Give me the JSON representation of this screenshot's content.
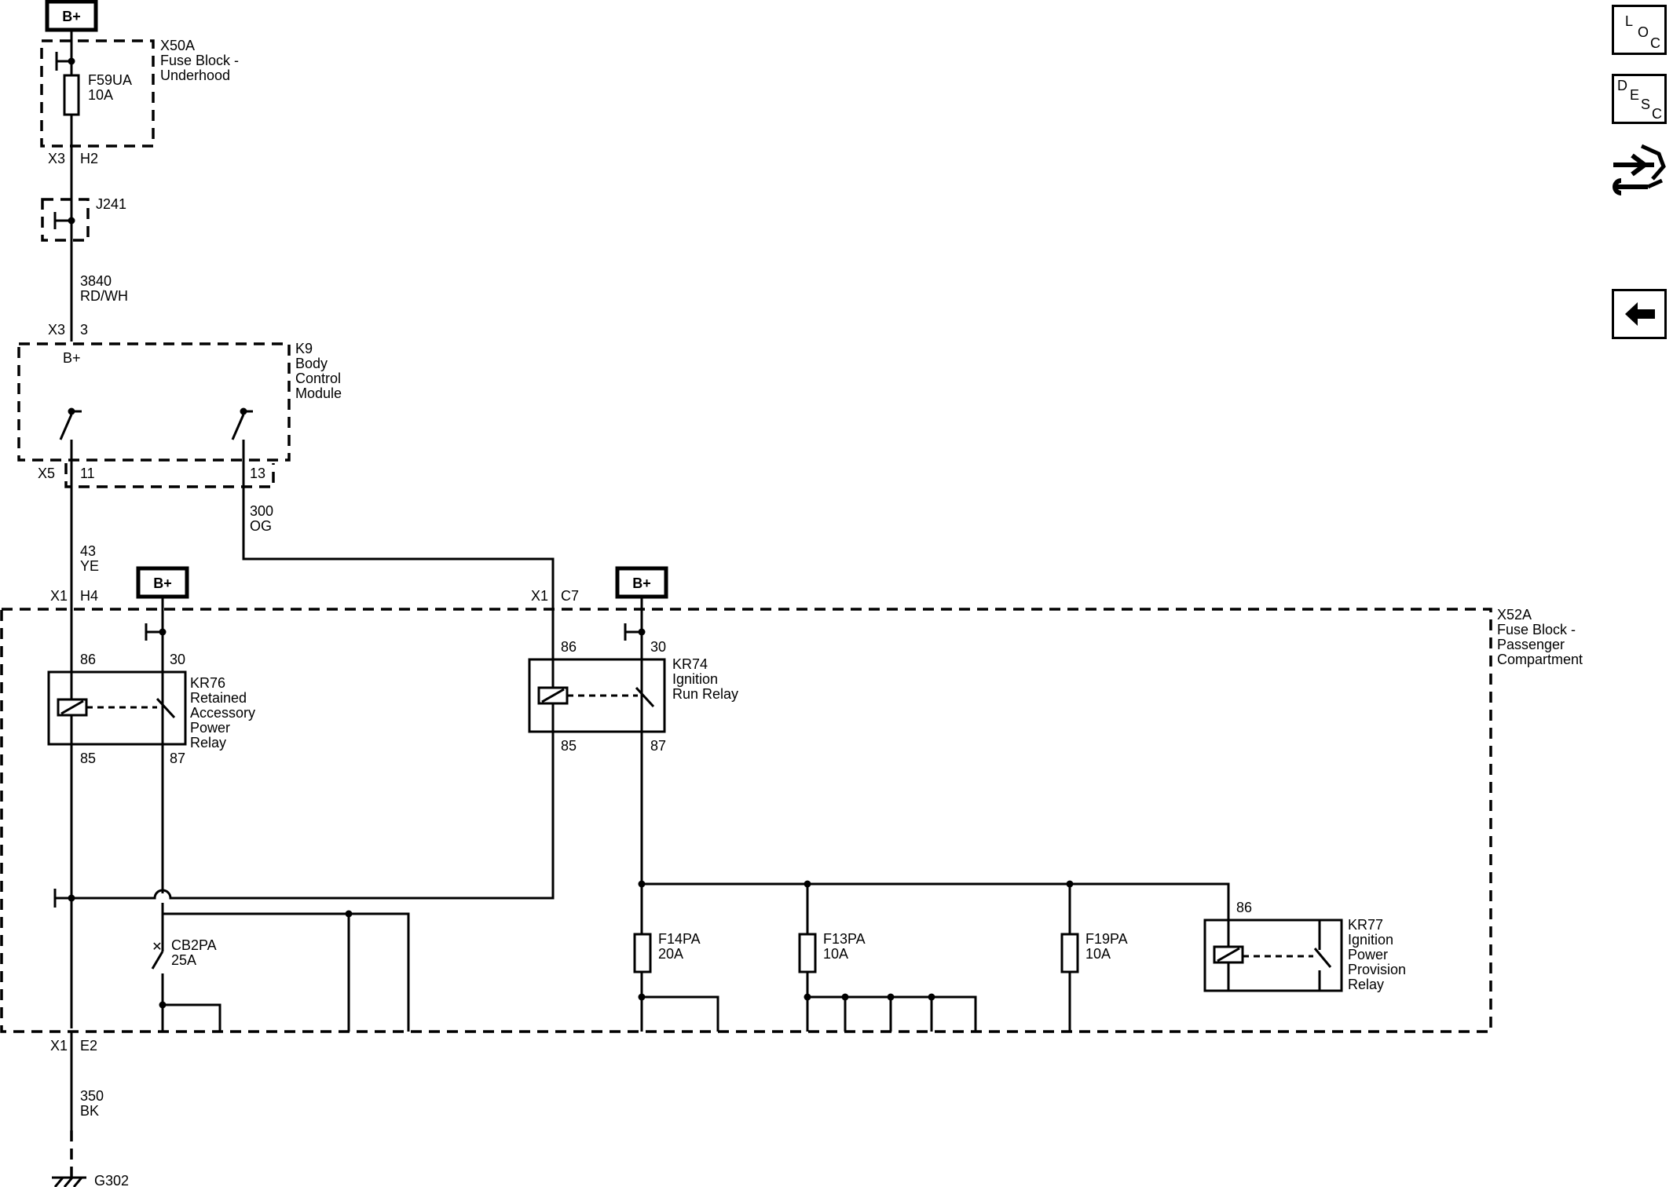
{
  "bplus": "B+",
  "nav": {
    "loc": [
      "L",
      "O",
      "C"
    ],
    "desc": [
      "D",
      "E",
      "S",
      "C"
    ],
    "connector_icon": "connector-end-view-icon",
    "back_icon": "arrow-left-icon"
  },
  "fuse_block_underhood": {
    "id": "X50A",
    "name_lines": [
      "Fuse Block -",
      "Underhood"
    ],
    "fuse_id": "F59UA",
    "fuse_rating": "10A",
    "connector": "X3",
    "pin": "H2"
  },
  "splice": "J241",
  "wire_3840": {
    "circuit": "3840",
    "color": "RD/WH"
  },
  "bcm": {
    "id": "K9",
    "name_lines": [
      "Body",
      "Control",
      "Module"
    ],
    "supply": "B+",
    "conn_in": "X3",
    "pin_in": "3",
    "conn_out": "X5",
    "pin_a": "11",
    "pin_b": "13"
  },
  "wire_43": {
    "circuit": "43",
    "color": "YE"
  },
  "wire_300": {
    "circuit": "300",
    "color": "OG"
  },
  "fuse_block_passenger": {
    "id": "X52A",
    "name_lines": [
      "Fuse Block -",
      "Passenger",
      "Compartment"
    ],
    "conn_h4": "X1",
    "pin_h4": "H4",
    "conn_c7": "X1",
    "pin_c7": "C7",
    "conn_e2": "X1",
    "pin_e2": "E2"
  },
  "relay_kr76": {
    "id": "KR76",
    "name_lines": [
      "Retained",
      "Accessory",
      "Power",
      "Relay"
    ],
    "pin_86": "86",
    "pin_30": "30",
    "pin_85": "85",
    "pin_87": "87"
  },
  "relay_kr74": {
    "id": "KR74",
    "name_lines": [
      "Ignition",
      "Run Relay"
    ],
    "pin_86": "86",
    "pin_30": "30",
    "pin_85": "85",
    "pin_87": "87"
  },
  "relay_kr77": {
    "id": "KR77",
    "name_lines": [
      "Ignition",
      "Power",
      "Provision",
      "Relay"
    ],
    "pin_86": "86"
  },
  "breaker_cb2pa": {
    "id": "CB2PA",
    "rating": "25A"
  },
  "fuse_f14pa": {
    "id": "F14PA",
    "rating": "20A"
  },
  "fuse_f13pa": {
    "id": "F13PA",
    "rating": "10A"
  },
  "fuse_f19pa": {
    "id": "F19PA",
    "rating": "10A"
  },
  "wire_350": {
    "circuit": "350",
    "color": "BK"
  },
  "ground": "G302"
}
